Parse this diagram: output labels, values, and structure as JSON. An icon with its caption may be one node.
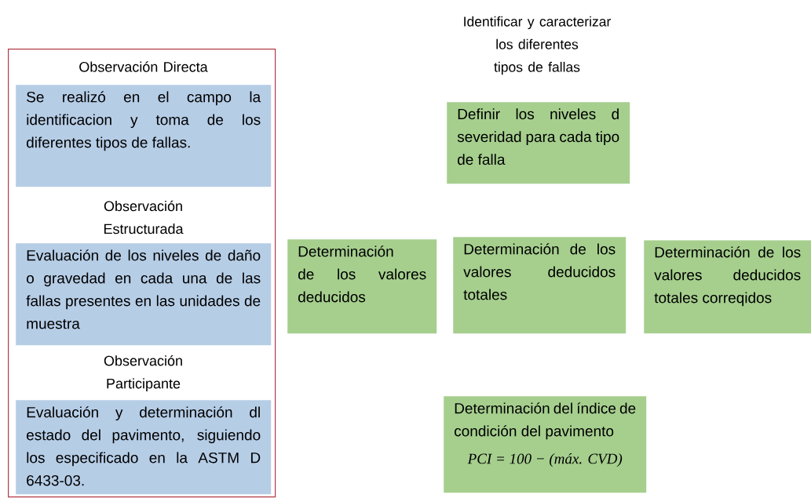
{
  "diagram": {
    "nodes": [
      {
        "text": [],
        "shape": "box"
      },
      {
        "text": [
          "Observación Directa",
          "Se realizó en el campo la identificacion y toma de los diferentes tipos de fallas."
        ],
        "in": 0
      },
      {
        "text": [
          "Observación Estructurada",
          "Evaluación de los niveles de daño o gravedad en cada una de las fallas presentes en las unidades de muestra"
        ],
        "in": 0
      },
      {
        "text": [
          "Observación Participante",
          "Evaluación y determinación dl estado del pavimento, siguiendo los especificado en la ASTM D 6433-03."
        ],
        "in": 0
      },
      {
        "text": [
          "Definir los niveles d severidad para cada tipo de falla"
        ]
      },
      {
        "text": [
          "Determinación de los valores deducidos"
        ]
      },
      {
        "text": [
          "Determinación de los valores deducidos totales"
        ]
      },
      {
        "text": [
          "Determinación de los valores deducidos totales correqidos"
        ]
      },
      {
        "text": [
          "Determinación del índice de condición del pavimento",
          "PCI = 100 − (máx. CVD)"
        ]
      }
    ],
    "edges": [],
    "labels": [
      "Identificar y caracterizar los diferentes tipos de fallas"
    ]
  }
}
